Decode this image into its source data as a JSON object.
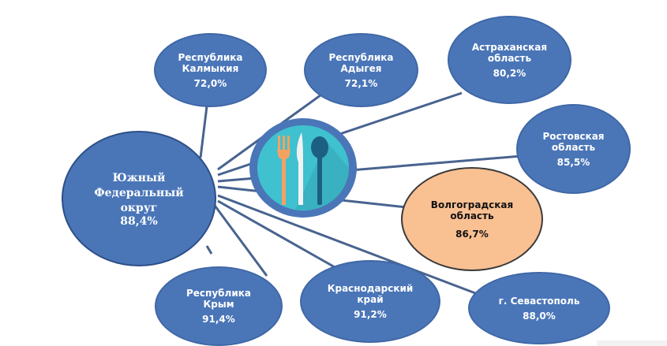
{
  "hub": {
    "name": "Южный\nФедеральный\nокруг",
    "value": "88,4%"
  },
  "regions": [
    {
      "name": "Республика\nКалмыкия",
      "value": "72,0%"
    },
    {
      "name": "Республика\nАдыгея",
      "value": "72,1%"
    },
    {
      "name": "Астраханская\nобласть",
      "value": "80,2%"
    },
    {
      "name": "Ростовская\nобласть",
      "value": "85,5%"
    },
    {
      "name": "Волгоградская\nобласть",
      "value": "86,7%",
      "highlight": true
    },
    {
      "name": "г. Севастополь",
      "value": "88,0%"
    },
    {
      "name": "Краснодарский\nкрай",
      "value": "91,2%"
    },
    {
      "name": "Республика\nКрым",
      "value": "91,4%"
    }
  ],
  "center_icon": "cutlery-icon",
  "colors": {
    "node": "#4a76b8",
    "highlight": "#f9c092",
    "edge": "#48638f",
    "icon_ring": "#4a76b8",
    "icon_fill": "#3fc1d0",
    "fork": "#f4a261",
    "knife": "#f2f2f2",
    "spoon": "#1d5f82"
  }
}
